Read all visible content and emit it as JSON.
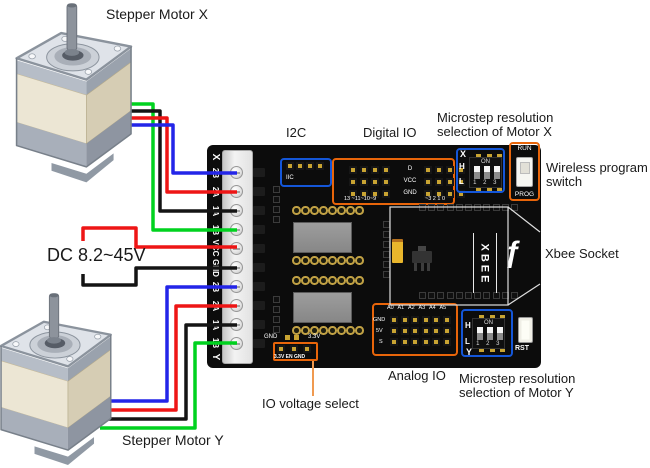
{
  "colors": {
    "wire_green": "#00d21f",
    "wire_red": "#ee1515",
    "wire_black": "#141414",
    "wire_blue": "#2325e8",
    "highlight_orange": "#e8650a",
    "highlight_blue": "#1456d8",
    "leader_orange": "#f09a50",
    "board_black": "#0c0c0c",
    "silk_white": "#ffffff"
  },
  "annotations": {
    "stepper_motor_x": "Stepper Motor X",
    "stepper_motor_y": "Stepper Motor Y",
    "dc_supply": "DC 8.2~45V",
    "i2c": "I2C",
    "digital_io": "Digital IO",
    "microstep_x": [
      "Microstep resolution",
      "selection of Motor X"
    ],
    "wireless_switch": [
      "Wireless program",
      "switch"
    ],
    "xbee_socket": "Xbee Socket",
    "analog_io": "Analog IO",
    "microstep_y": [
      "Microstep resolution",
      "selection of Motor Y"
    ],
    "io_voltage_select": "IO voltage select"
  },
  "board": {
    "terminal_labels": [
      "X",
      "2B",
      "2A",
      "1A",
      "1B",
      "VCC",
      "GND",
      "2B",
      "2A",
      "1A",
      "1B",
      "Y"
    ],
    "iic_silk": "IIC",
    "digital": {
      "left_pins_label": "13 ~11~10~9",
      "right_pins_label": "~3 2 1 0",
      "col_labels": [
        "D",
        "VCC",
        "GND"
      ]
    },
    "dip_x": {
      "axis": "X",
      "high": "H",
      "low": "L",
      "on": "ON",
      "numbers": "1 2 3"
    },
    "dip_y": {
      "axis": "Y",
      "high": "H",
      "low": "L",
      "on": "ON",
      "numbers": "1 2 3"
    },
    "run": "RUN",
    "prog": "PROG",
    "rst": "RST",
    "xbee_silk": "XBEE",
    "logo_glyph": "ƒ",
    "io_select": {
      "gnd": "GND",
      "v33": "3.3V",
      "pins_label": "3.3V EN GND"
    },
    "analog": {
      "cols": [
        "A0",
        "A1",
        "A2",
        "A3",
        "A4",
        "A5"
      ],
      "rows": [
        "GND",
        "5V",
        "S"
      ]
    }
  }
}
